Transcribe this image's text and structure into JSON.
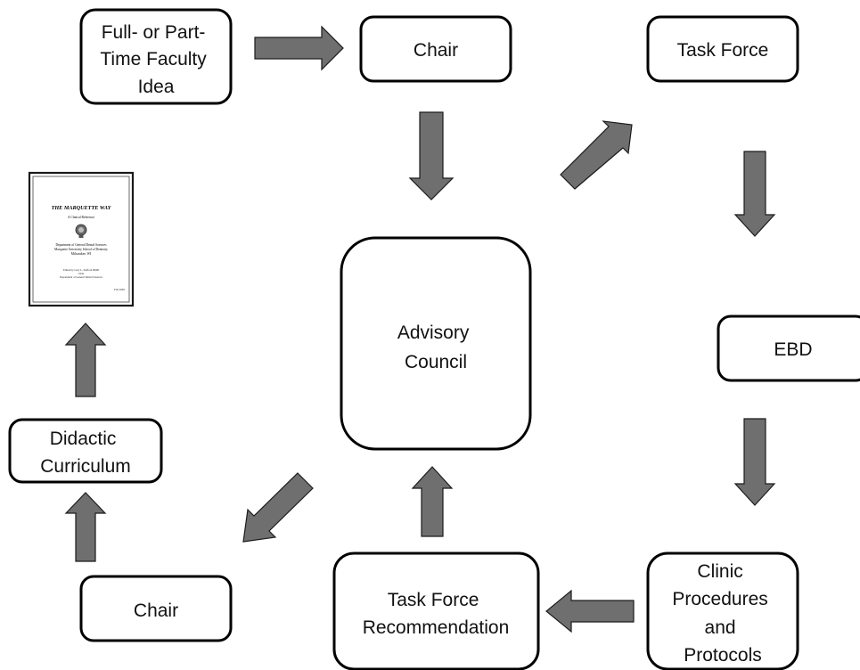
{
  "nodes": {
    "idea": {
      "lines": [
        "Full- or Part-",
        "Time Faculty",
        "Idea"
      ]
    },
    "chair_top": {
      "lines": [
        "Chair"
      ]
    },
    "task_force": {
      "lines": [
        "Task Force"
      ]
    },
    "advisory_council": {
      "lines": [
        "Advisory",
        "Council"
      ]
    },
    "ebd": {
      "lines": [
        "EBD"
      ]
    },
    "clinic_procedures": {
      "lines": [
        "Clinic",
        "Procedures",
        "and",
        "Protocols"
      ]
    },
    "task_force_recommendation": {
      "lines": [
        "Task Force",
        "Recommendation"
      ]
    },
    "chair_bottom": {
      "lines": [
        "Chair"
      ]
    },
    "didactic_curriculum": {
      "lines": [
        "Didactic",
        "Curriculum"
      ]
    }
  },
  "document": {
    "title": "THE MARQUETTE WAY",
    "subtitle": "A Clinical Reference",
    "dept_line1": "Department of General Dental Sciences",
    "dept_line2": "Marquette University School of Dentistry",
    "dept_line3": "Milwaukee, WI",
    "editor_line1": "Edited by Gary L. Stafford DMD",
    "editor_line2": "Chair",
    "editor_line3": "Department of General Dental Sciences",
    "edition": "Fall 2009"
  },
  "colors": {
    "arrow_fill": "#6f6f6f",
    "arrow_stroke": "#1c1c1c",
    "box_stroke": "#000000"
  }
}
